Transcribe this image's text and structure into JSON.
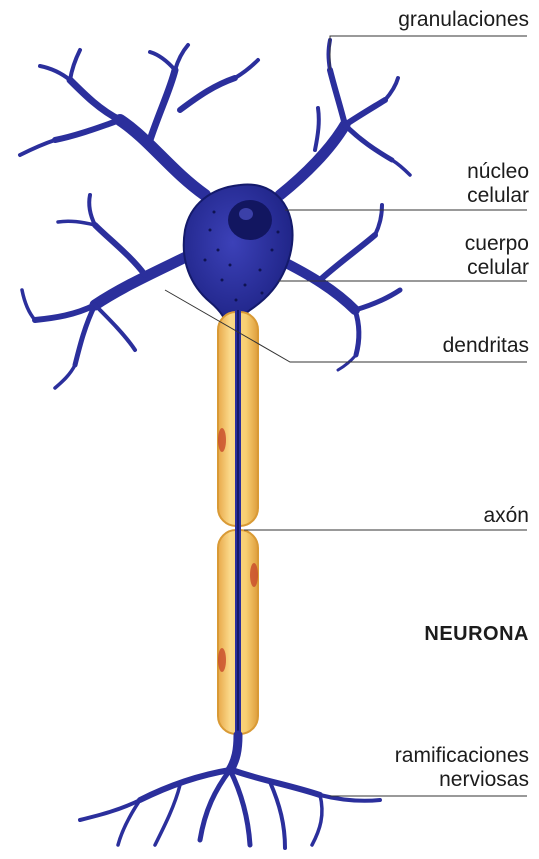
{
  "labels": {
    "granulaciones": "granulaciones",
    "nucleo_celular": [
      "núcleo",
      "celular"
    ],
    "cuerpo_celular": [
      "cuerpo",
      "celular"
    ],
    "dendritas": "dendritas",
    "axon": "axón",
    "neurona": "NEURONA",
    "ramificaciones_nerviosas": [
      "ramificaciones",
      "nerviosas"
    ]
  },
  "colors": {
    "neuron_body": "#2b2f9c",
    "neuron_dark": "#141a6b",
    "myelin": "#f3c466",
    "myelin_edge": "#d99a35",
    "node_red": "#c84a2a",
    "leader_line": "#333333"
  }
}
